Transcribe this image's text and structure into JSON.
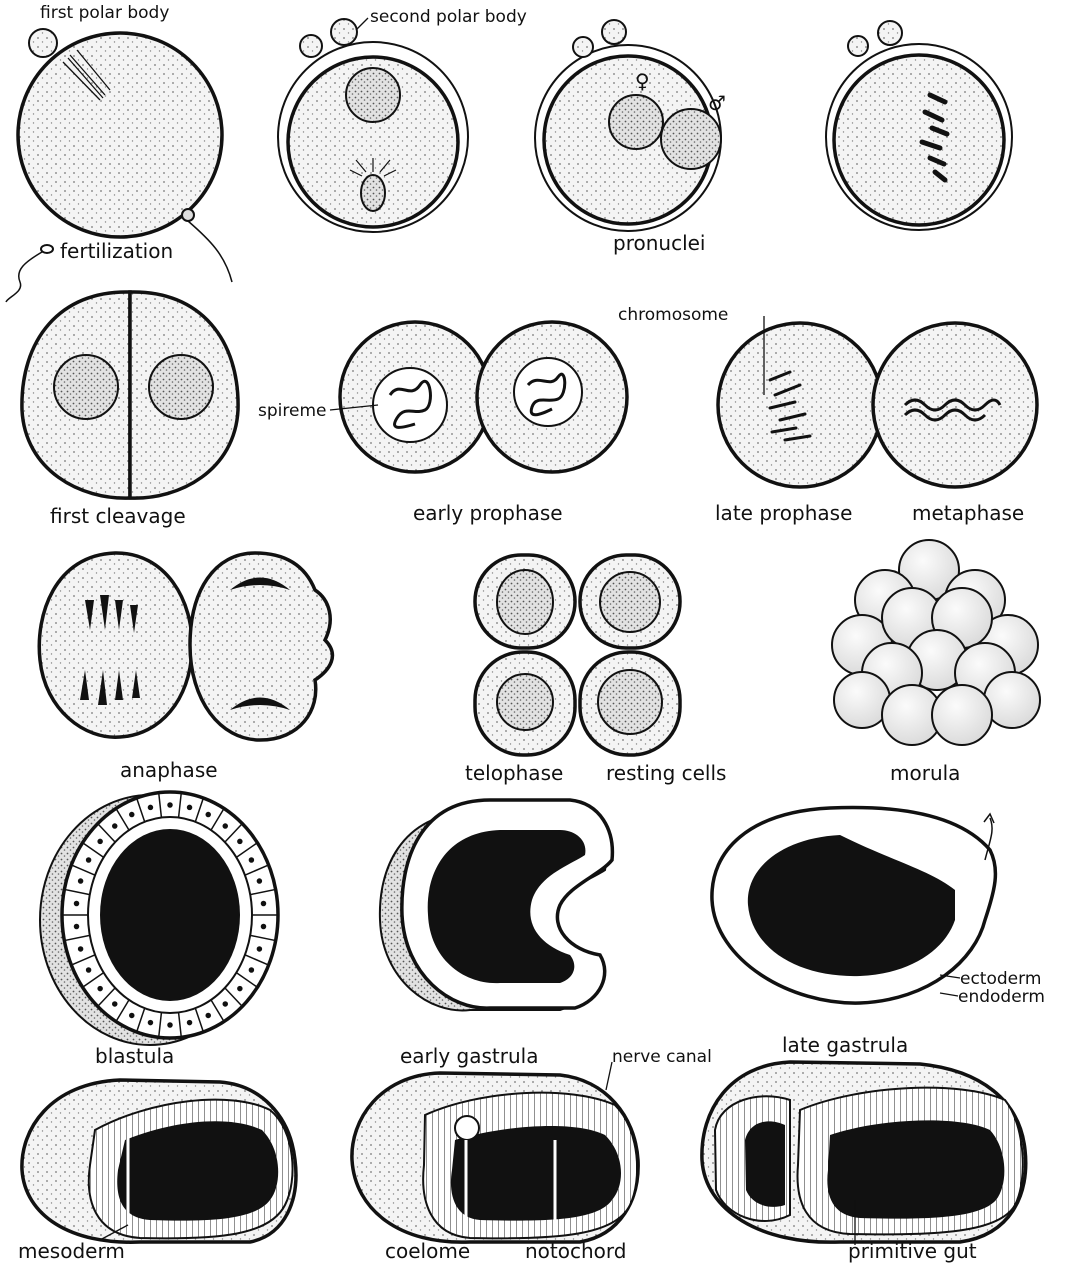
{
  "labels": {
    "first_polar_body": "first polar body",
    "second_polar_body": "second polar body",
    "fertilization": "fertilization",
    "pronuclei": "pronuclei",
    "female_symbol": "♀",
    "male_symbol": "♂",
    "chromosome": "chromosome",
    "spireme": "spireme",
    "first_cleavage": "first cleavage",
    "early_prophase": "early prophase",
    "late_prophase": "late prophase",
    "metaphase": "metaphase",
    "anaphase": "anaphase",
    "telophase": "telophase",
    "resting_cells": "resting cells",
    "morula": "morula",
    "blastula": "blastula",
    "early_gastrula": "early gastrula",
    "late_gastrula": "late gastrula",
    "ectoderm": "ectoderm",
    "endoderm": "endoderm",
    "nerve_canal": "nerve canal",
    "mesoderm": "mesoderm",
    "coelome": "coelome",
    "notochord": "notochord",
    "primitive_gut": "primitive gut"
  },
  "colors": {
    "ink": "#111111",
    "cell_fill": "#f1f1f1",
    "background": "#ffffff"
  }
}
